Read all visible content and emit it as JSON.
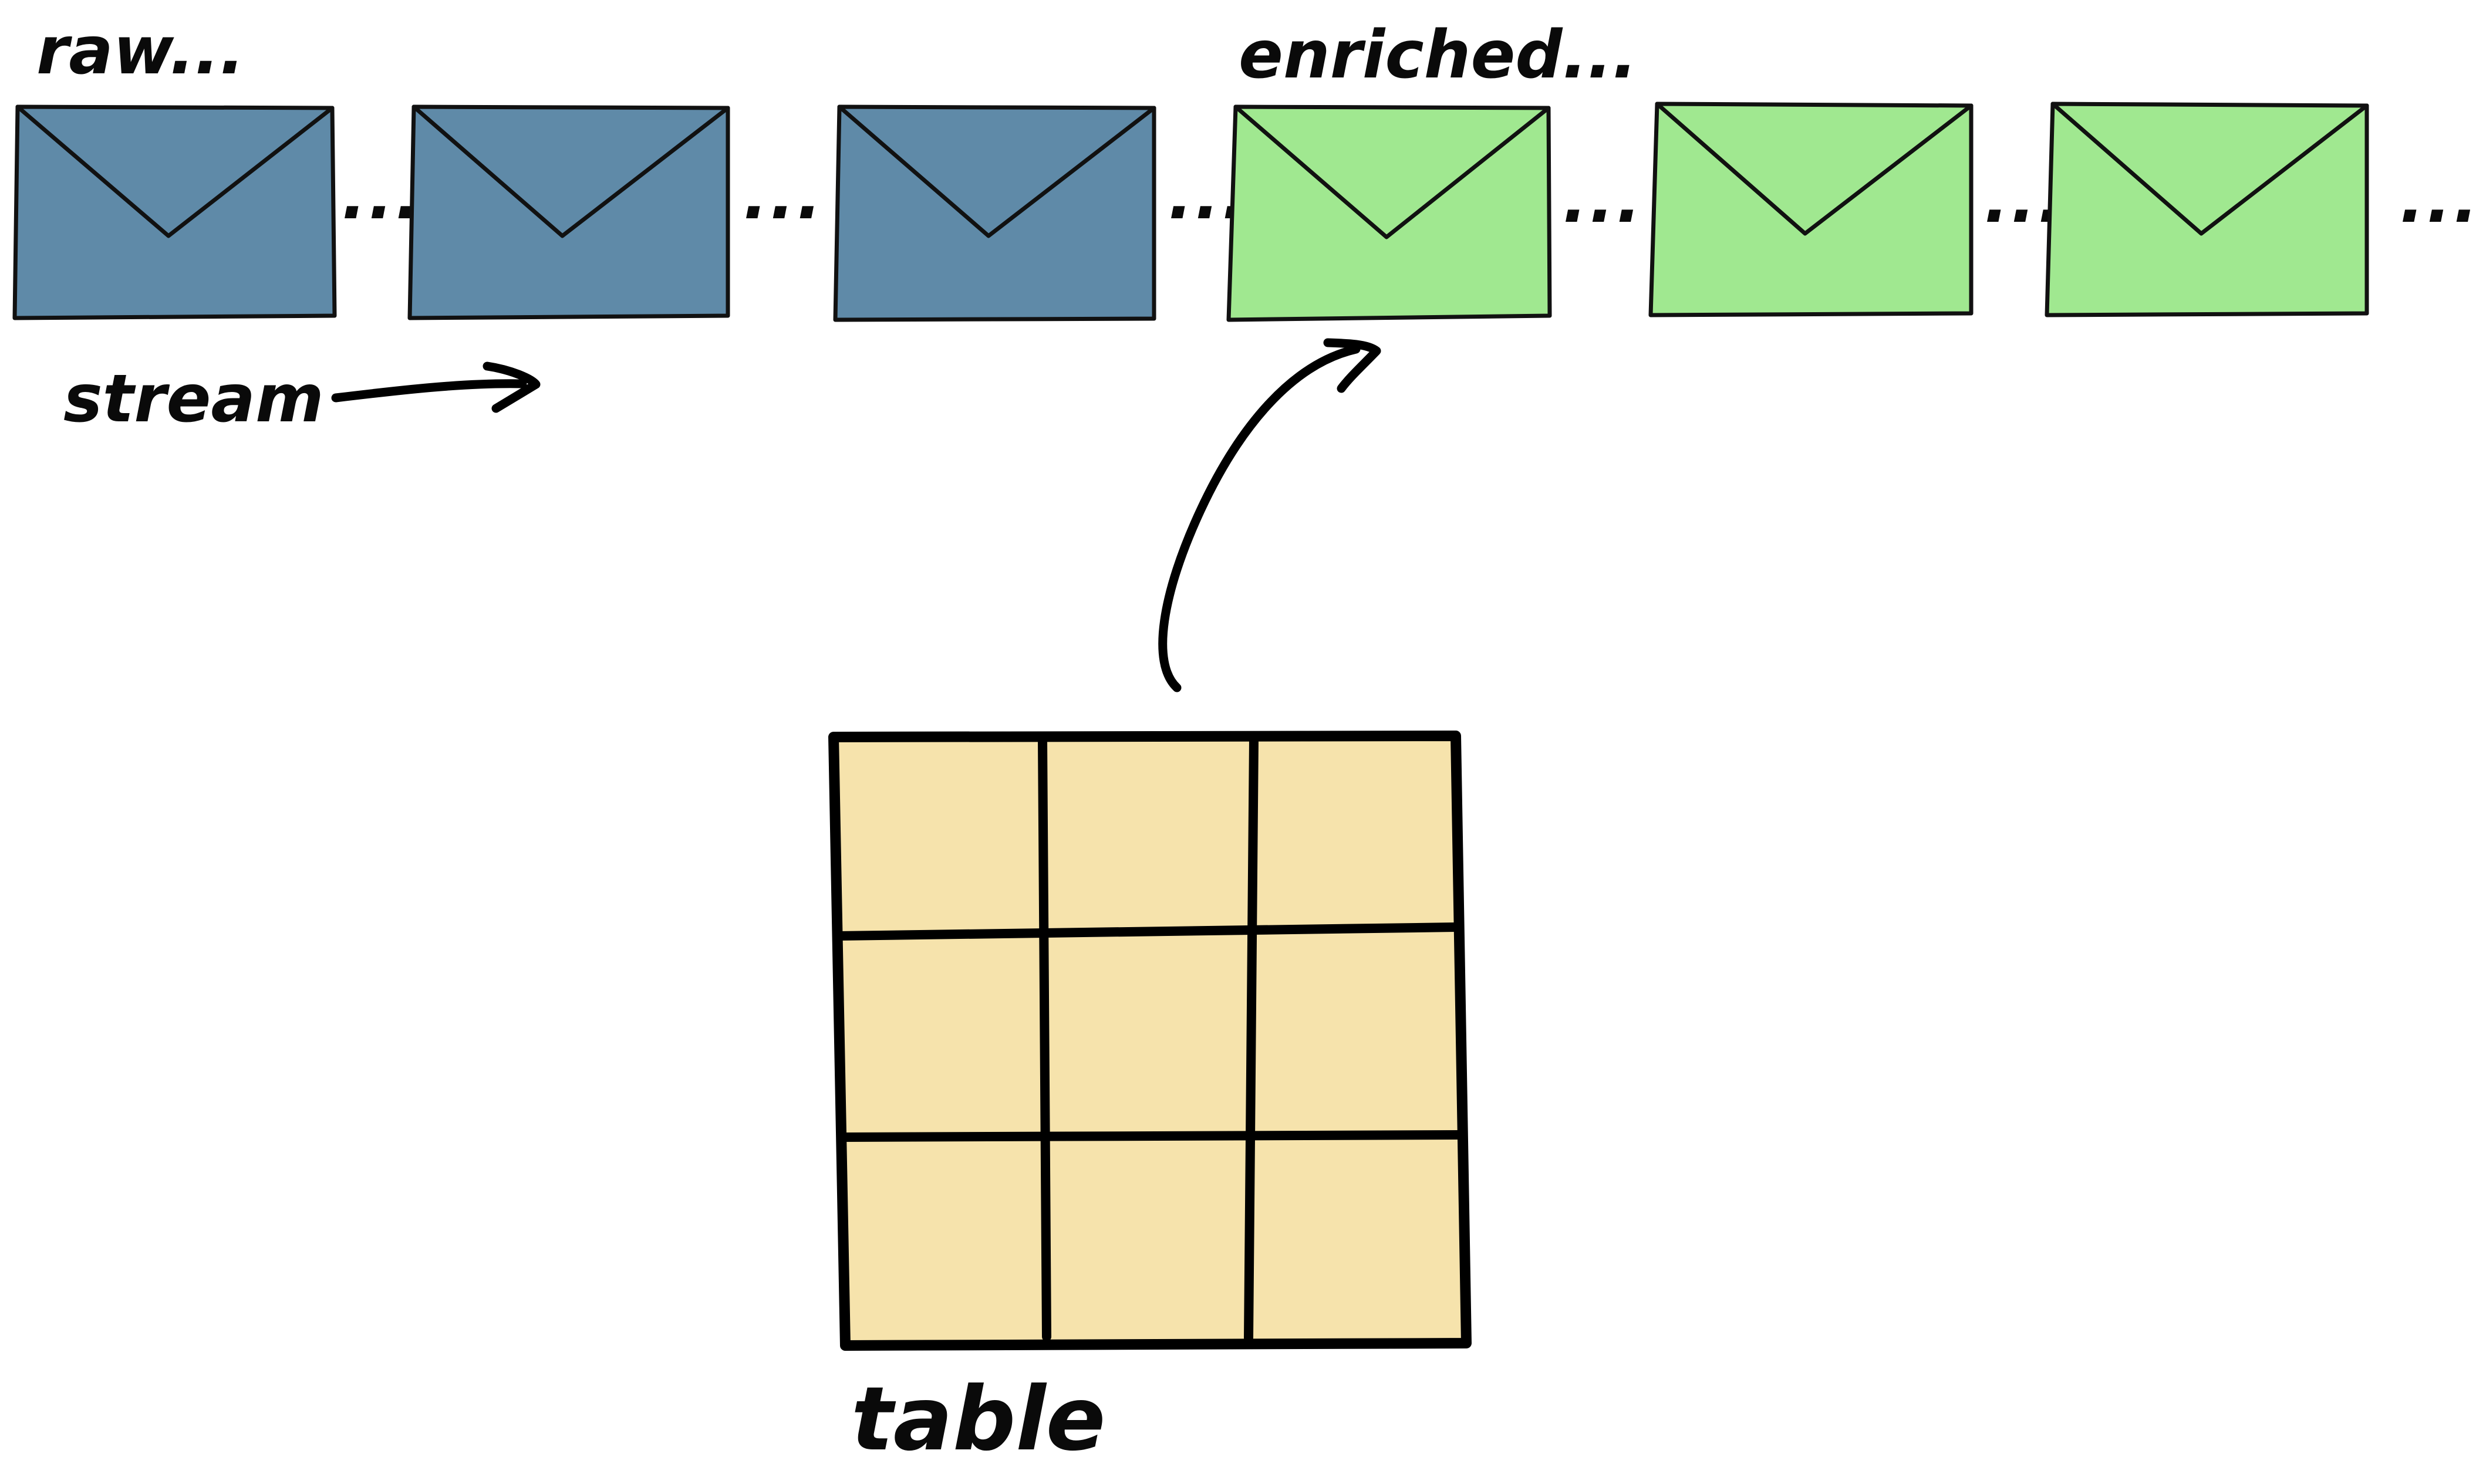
{
  "labels": {
    "raw": "raw...",
    "enriched": "enriched...",
    "stream": "stream",
    "table": "table",
    "ellipsis": "..."
  },
  "colors": {
    "raw_message": "#5f8aa8",
    "enriched_message": "#a0e890",
    "table_fill": "#f6e3ac",
    "ink": "#000000",
    "background": "#ffffff"
  },
  "stream": {
    "direction": "left-to-right",
    "messages": [
      {
        "kind": "raw",
        "icon": "envelope-icon"
      },
      {
        "kind": "raw",
        "icon": "envelope-icon"
      },
      {
        "kind": "raw",
        "icon": "envelope-icon"
      },
      {
        "kind": "enriched",
        "icon": "envelope-icon"
      },
      {
        "kind": "enriched",
        "icon": "envelope-icon"
      },
      {
        "kind": "enriched",
        "icon": "envelope-icon"
      }
    ]
  },
  "table": {
    "rows": 3,
    "columns": 3,
    "feeds_message": 4
  }
}
